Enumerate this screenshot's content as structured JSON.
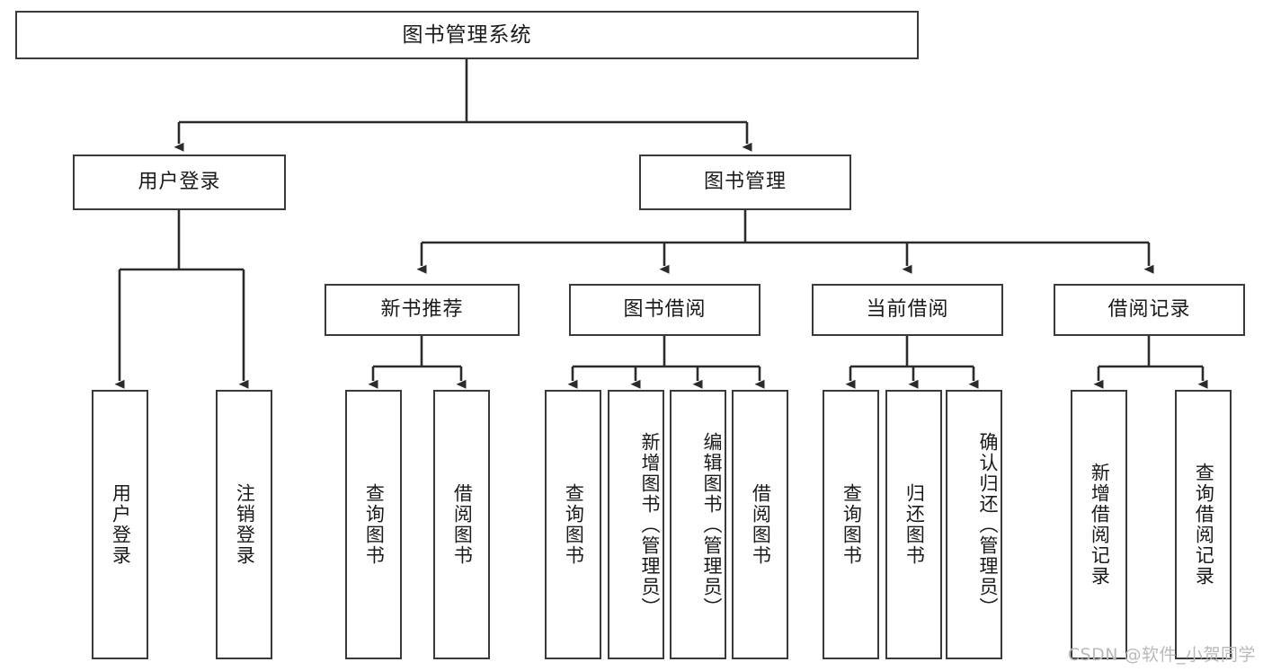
{
  "diagram": {
    "type": "tree",
    "title": "图书管理系统",
    "root": {
      "label": "图书管理系统"
    },
    "level2": [
      {
        "label": "用户登录"
      },
      {
        "label": "图书管理"
      }
    ],
    "level3": [
      {
        "label": "新书推荐"
      },
      {
        "label": "图书借阅"
      },
      {
        "label": "当前借阅"
      },
      {
        "label": "借阅记录"
      }
    ],
    "leaves": {
      "user_login": [
        {
          "label": "用户登录"
        },
        {
          "label": "注销登录"
        }
      ],
      "new_book_rec": [
        {
          "label": "查询图书"
        },
        {
          "label": "借阅图书"
        }
      ],
      "book_borrow": [
        {
          "label": "查询图书"
        },
        {
          "label": "新增图书（管理员）"
        },
        {
          "label": "编辑图书（管理员）"
        },
        {
          "label": "借阅图书"
        }
      ],
      "current_borrow": [
        {
          "label": "查询图书"
        },
        {
          "label": "归还图书"
        },
        {
          "label": "确认归还（管理员）"
        }
      ],
      "borrow_record": [
        {
          "label": "新增借阅记录"
        },
        {
          "label": "查询借阅记录"
        }
      ]
    }
  },
  "watermark": {
    "text": "CSDN @软件_小贺同学"
  },
  "colors": {
    "border": "#3a3a3a",
    "text": "#1a1a1a",
    "background": "#ffffff",
    "wire": "#2b2b2b",
    "watermark": "#b9b9b9"
  }
}
